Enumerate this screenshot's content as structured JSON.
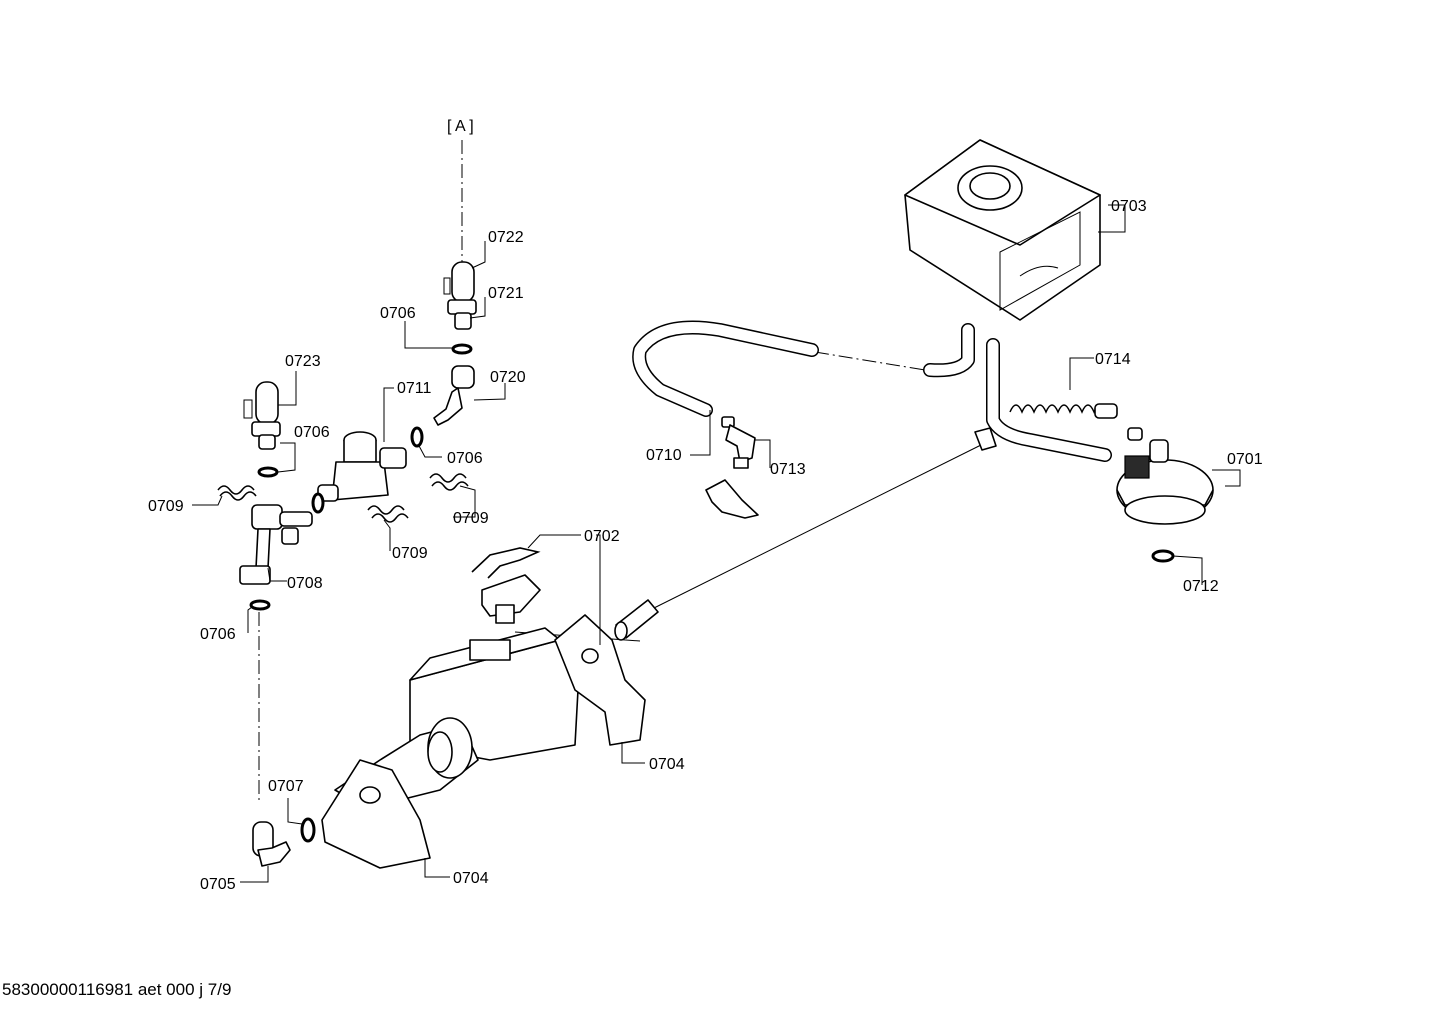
{
  "reference_label": "[ A ]",
  "footer_text": "58300000116981 aet 000 j 7/9",
  "callouts": [
    {
      "id": "c0722",
      "text": "0722"
    },
    {
      "id": "c0721",
      "text": "0721"
    },
    {
      "id": "c0706a",
      "text": "0706"
    },
    {
      "id": "c0720",
      "text": "0720"
    },
    {
      "id": "c0723",
      "text": "0723"
    },
    {
      "id": "c0711",
      "text": "0711"
    },
    {
      "id": "c0706b",
      "text": "0706"
    },
    {
      "id": "c0706c",
      "text": "0706"
    },
    {
      "id": "c0709a",
      "text": "0709"
    },
    {
      "id": "c0709b",
      "text": "0709"
    },
    {
      "id": "c0709c",
      "text": "0709"
    },
    {
      "id": "c0708",
      "text": "0708"
    },
    {
      "id": "c0706d",
      "text": "0706"
    },
    {
      "id": "c0702",
      "text": "0702"
    },
    {
      "id": "c0704a",
      "text": "0704"
    },
    {
      "id": "c0707",
      "text": "0707"
    },
    {
      "id": "c0705",
      "text": "0705"
    },
    {
      "id": "c0704b",
      "text": "0704"
    },
    {
      "id": "c0703",
      "text": "0703"
    },
    {
      "id": "c0714",
      "text": "0714"
    },
    {
      "id": "c0710",
      "text": "0710"
    },
    {
      "id": "c0713",
      "text": "0713"
    },
    {
      "id": "c0701",
      "text": "0701"
    },
    {
      "id": "c0712",
      "text": "0712"
    }
  ]
}
